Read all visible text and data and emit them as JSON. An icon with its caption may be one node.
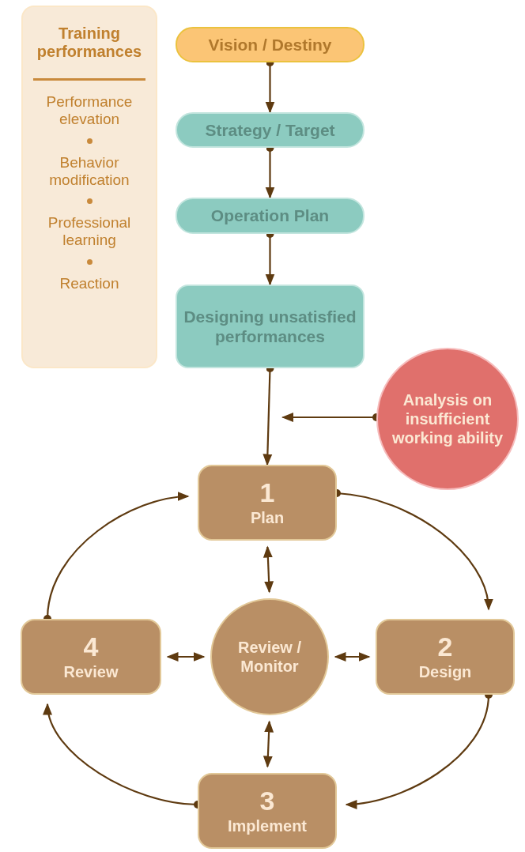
{
  "diagram": {
    "nodes": [
      {
        "text": [
          "Training performances",
          "Performance elevation",
          "Behavior modification",
          "Professional learning",
          "Reaction"
        ]
      },
      {
        "text": [
          "Vision / Destiny"
        ]
      },
      {
        "text": [
          "Strategy / Target"
        ]
      },
      {
        "text": [
          "Operation Plan"
        ]
      },
      {
        "text": [
          "Designing unsatisfied performances"
        ]
      },
      {
        "text": [
          "Analysis on insufficient working ability"
        ]
      },
      {
        "text": [
          "1",
          "Plan"
        ]
      },
      {
        "text": [
          "2",
          "Design"
        ]
      },
      {
        "text": [
          "3",
          "Implement"
        ]
      },
      {
        "text": [
          "4",
          "Review"
        ]
      },
      {
        "text": [
          "Review / Monitor"
        ]
      }
    ],
    "edges": [
      {
        "from": 1,
        "to": 2,
        "arrow": "to"
      },
      {
        "from": 2,
        "to": 3,
        "arrow": "to"
      },
      {
        "from": 3,
        "to": 4,
        "arrow": "to"
      },
      {
        "from": 4,
        "to": 6,
        "arrow": "to"
      },
      {
        "from": 5,
        "to": null,
        "arrow": "to"
      },
      {
        "from": 6,
        "to": 7,
        "arrow": "to"
      },
      {
        "from": 7,
        "to": 8,
        "arrow": "to"
      },
      {
        "from": 8,
        "to": 9,
        "arrow": "to"
      },
      {
        "from": 9,
        "to": 6,
        "arrow": "to"
      },
      {
        "from": 10,
        "to": 6,
        "arrow": "both"
      },
      {
        "from": 10,
        "to": 7,
        "arrow": "both"
      },
      {
        "from": 10,
        "to": 8,
        "arrow": "both"
      },
      {
        "from": 10,
        "to": 9,
        "arrow": "both"
      }
    ]
  }
}
